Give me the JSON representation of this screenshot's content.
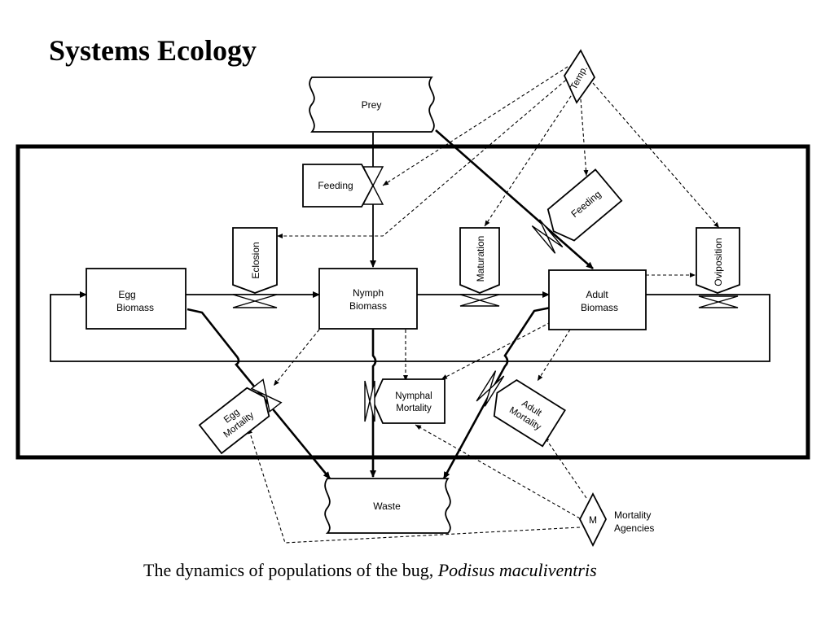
{
  "slide": {
    "title": "Systems Ecology"
  },
  "nodes": {
    "prey": "Prey",
    "waste": "Waste",
    "egg_biomass": [
      "Egg",
      "Biomass"
    ],
    "nymph_biomass": [
      "Nymph",
      "Biomass"
    ],
    "adult_biomass": [
      "Adult",
      "Biomass"
    ],
    "temp": "Temp.",
    "mortality_symbol": "M",
    "mortality_agencies": [
      "Mortality",
      "Agencies"
    ]
  },
  "processes": {
    "feeding_nymph": "Feeding",
    "feeding_adult": "Feeding",
    "eclosion": "Eclosion",
    "maturation": "Maturation",
    "oviposition": "Oviposition",
    "egg_mortality": [
      "Egg",
      "Mortality"
    ],
    "nymphal_mortality": [
      "Nymphal",
      "Mortality"
    ],
    "adult_mortality": [
      "Adult",
      "Mortality"
    ]
  },
  "caption": {
    "text": "The dynamics of populations of the bug, ",
    "species": "Podisus maculiventris"
  }
}
